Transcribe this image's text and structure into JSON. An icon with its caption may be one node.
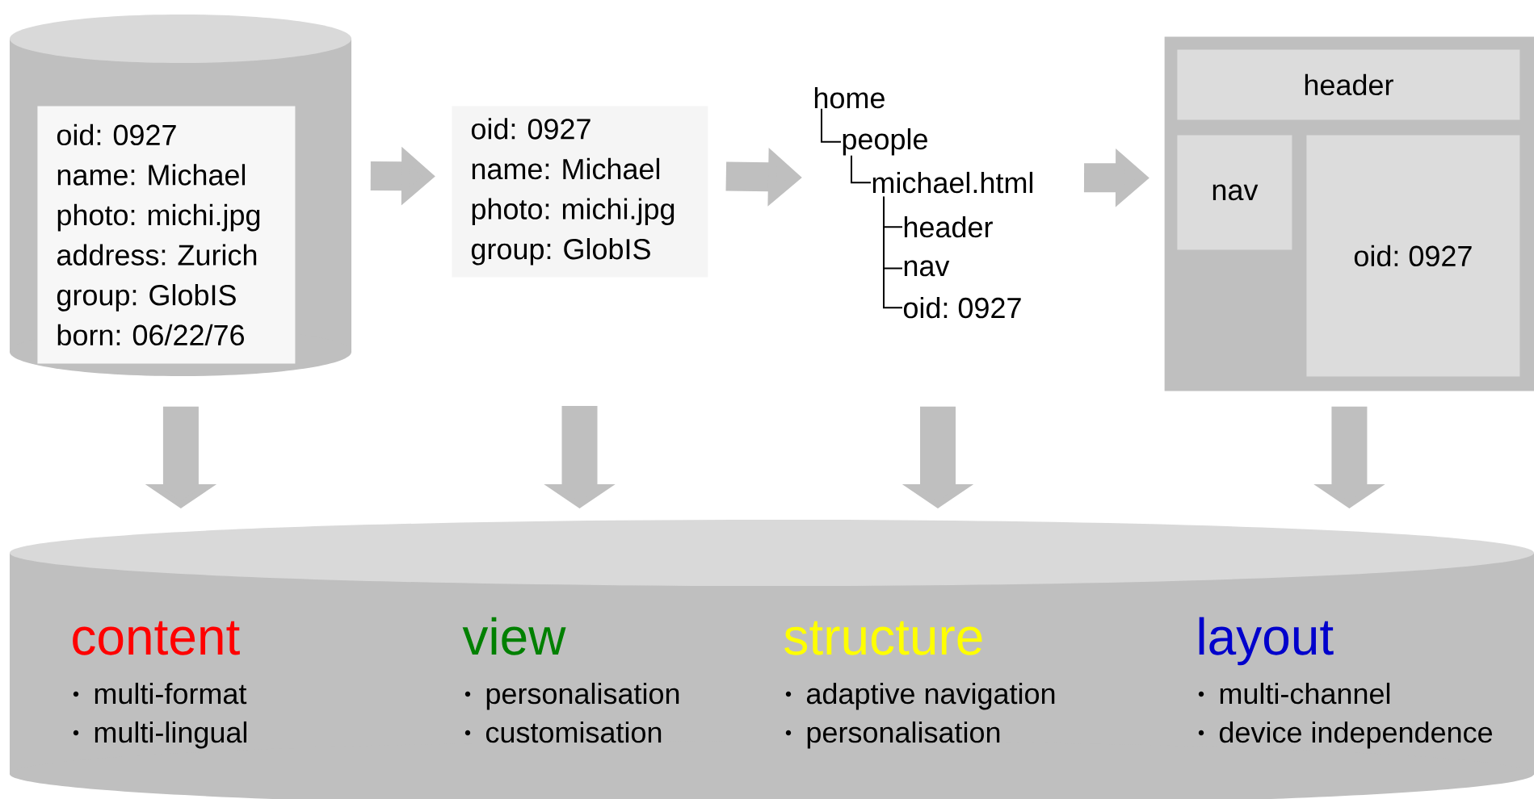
{
  "diagram": {
    "nodes": [
      {
        "text": [],
        "shape": "cylinder"
      },
      {
        "text": [
          "oid: 0927",
          "name: Michael",
          "photo: michi.jpg",
          "address: Zurich",
          "group: GlobIS",
          "born: 06/22/76"
        ],
        "in": 0
      },
      {
        "text": [
          "oid: 0927",
          "name: Michael",
          "photo: michi.jpg",
          "group: GlobIS"
        ]
      },
      {
        "text": [
          "home"
        ]
      },
      {
        "text": [
          "people"
        ]
      },
      {
        "text": [
          "michael.html"
        ]
      },
      {
        "text": [
          "header"
        ]
      },
      {
        "text": [
          "nav"
        ]
      },
      {
        "text": [
          "oid: 0927"
        ]
      },
      {
        "text": [],
        "shape": "box"
      },
      {
        "text": [
          "header"
        ],
        "in": 9
      },
      {
        "text": [
          "nav"
        ],
        "in": 9
      },
      {
        "text": [
          "oid: 0927"
        ],
        "in": 9
      },
      {
        "text": [],
        "shape": "cylinder"
      },
      {
        "text": [
          "content",
          "multi-format",
          "multi-lingual"
        ],
        "in": 13
      },
      {
        "text": [
          "view",
          "personalisation",
          "customisation"
        ],
        "in": 13
      },
      {
        "text": [
          "structure",
          "adaptive navigation",
          "personalisation"
        ],
        "in": 13
      },
      {
        "text": [
          "layout",
          "multi-channel",
          "device independence"
        ],
        "in": 13
      }
    ],
    "edges": [
      {
        "from": 0,
        "to": 2,
        "arrow": "to"
      },
      {
        "from": 2,
        "to": null,
        "arrow": "to"
      },
      {
        "from": 5,
        "to": 9,
        "arrow": "to"
      },
      {
        "from": 0,
        "to": 13,
        "arrow": "to"
      },
      {
        "from": null,
        "to": 13,
        "arrow": "to"
      },
      {
        "from": 8,
        "to": 13,
        "arrow": "to"
      },
      {
        "from": 9,
        "to": 13,
        "arrow": "to"
      },
      {
        "from": 3,
        "to": 4,
        "arrow": "none",
        "color": "#000000"
      },
      {
        "from": 4,
        "to": 5,
        "arrow": "none",
        "color": "#000000"
      },
      {
        "from": 5,
        "to": 6,
        "arrow": "none",
        "color": "#000000"
      },
      {
        "from": 5,
        "to": 7,
        "arrow": "none",
        "color": "#000000"
      },
      {
        "from": 5,
        "to": 8,
        "arrow": "none",
        "color": "#000000"
      }
    ]
  }
}
